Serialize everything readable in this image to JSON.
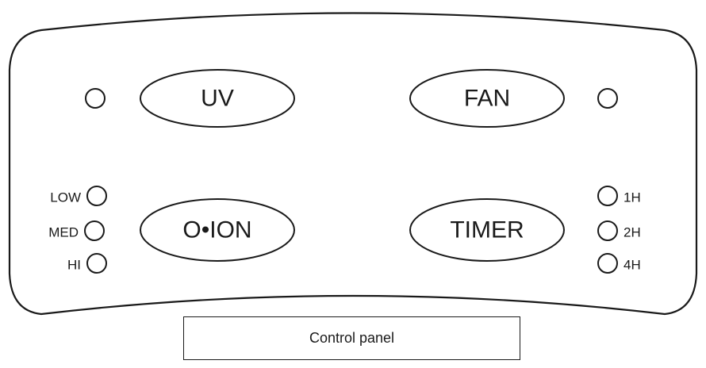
{
  "panel": {
    "buttons": {
      "uv": "UV",
      "fan": "FAN",
      "oion": "O•ION",
      "timer": "TIMER"
    },
    "ion_levels": [
      "LOW",
      "MED",
      "HI"
    ],
    "timer_options": [
      "1H",
      "2H",
      "4H"
    ]
  },
  "caption": "Control panel"
}
